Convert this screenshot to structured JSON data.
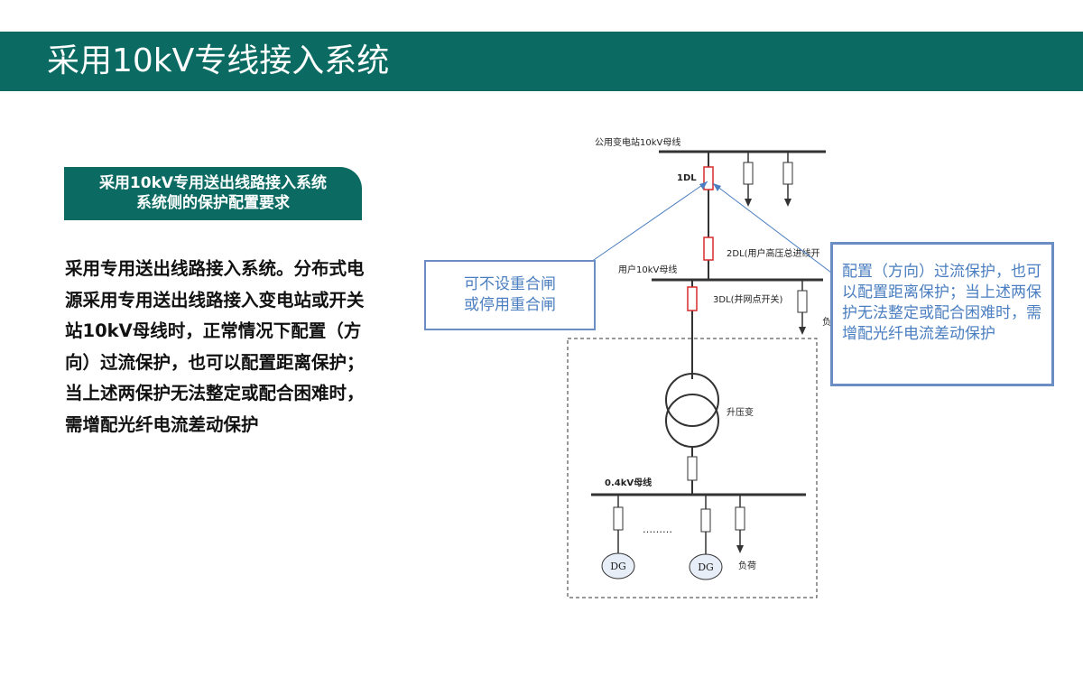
{
  "slide": {
    "title": "采用10kV专线接入系统",
    "subtitle_line1": "采用10kV专用送出线路接入系统",
    "subtitle_line2": "系统侧的保护配置要求",
    "body": "采用专用送出线路接入系统。分布式电源采用专用送出线路接入变电站或开关站10kV母线时，正常情况下配置（方向）过流保护，也可以配置距离保护；当上述两保护无法整定或配合困难时，需增配光纤电流差动保护"
  },
  "diagram": {
    "labels": {
      "public_bus": "公用变电站10kV母线",
      "dl1": "1DL",
      "dl2": "2DL(用户高压总进线开",
      "user_bus": "用户10kV母线",
      "dl3": "3DL(并网点开关)",
      "load_cut": "负",
      "transformer": "升压变",
      "lv_bus": "0.4kV母线",
      "ellipsis": "………",
      "dg1": "DG",
      "dg2": "DG",
      "load": "负荷"
    },
    "callout_left_line1": "可不设重合闸",
    "callout_left_line2": "或停用重合闸",
    "callout_right": "配置（方向）过流保护，也可以配置距离保护；当上述两保护无法整定或配合困难时，需增配光纤电流差动保护"
  },
  "colors": {
    "brand": "#0b6b62",
    "callout": "#4a7ec0",
    "breaker": "#d62b2b"
  }
}
